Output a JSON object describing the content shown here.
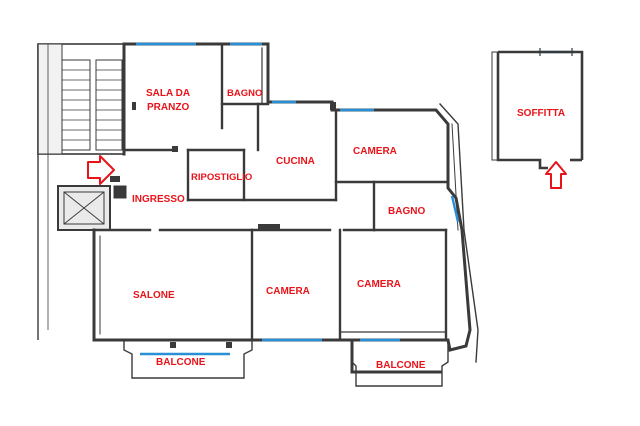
{
  "plan": {
    "wall_color": "#3a3a3a",
    "window_color": "#2b8fd6",
    "label_color": "#e8141a",
    "arrow_color": "#e8141a",
    "rooms": {
      "sala_da_pranzo_1": "SALA DA",
      "sala_da_pranzo_2": "PRANZO",
      "bagno_1": "BAGNO",
      "ripostiglio": "RIPOSTIGLIO",
      "cucina": "CUCINA",
      "camera_1": "CAMERA",
      "ingresso": "INGRESSO",
      "bagno_2": "BAGNO",
      "salone": "SALONE",
      "camera_2": "CAMERA",
      "camera_3": "CAMERA",
      "balcone_1": "BALCONE",
      "balcone_2": "BALCONE",
      "soffitta": "SOFFITTA"
    }
  }
}
